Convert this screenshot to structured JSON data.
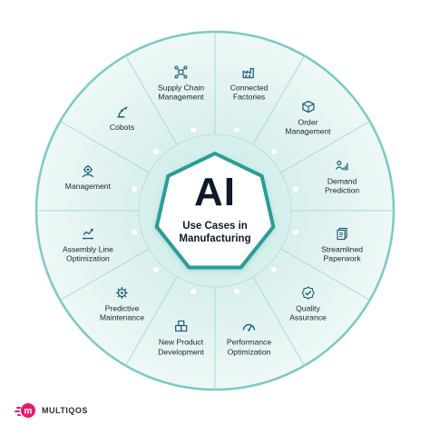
{
  "center": {
    "title": "AI",
    "subtitle": "Use Cases in\nManufacturing"
  },
  "segments": [
    {
      "label": "Connected\nFactories",
      "icon": "factory-icon"
    },
    {
      "label": "Order\nManagement",
      "icon": "box-icon"
    },
    {
      "label": "Demand\nPrediction",
      "icon": "people-chart-icon"
    },
    {
      "label": "Streamlined\nPaperwork",
      "icon": "documents-icon"
    },
    {
      "label": "Quality\nAssurance",
      "icon": "badge-check-icon"
    },
    {
      "label": "Performance\nOptimization",
      "icon": "gauge-icon"
    },
    {
      "label": "New Product\nDevelopment",
      "icon": "boxes-icon"
    },
    {
      "label": "Predictive\nMaintenance",
      "icon": "gear-wrench-icon"
    },
    {
      "label": "Assembly Line\nOptimization",
      "icon": "conveyor-chart-icon"
    },
    {
      "label": "Management",
      "icon": "team-gear-icon"
    },
    {
      "label": "Cobots",
      "icon": "robot-arm-icon"
    },
    {
      "label": "Supply Chain\nManagement",
      "icon": "network-gear-icon"
    }
  ],
  "brand": {
    "name": "MULTIQOS",
    "logo_letter": "m",
    "logo_color": "#e6196e"
  },
  "colors": {
    "ring_outer": "#7cc9c3",
    "ring_fill": "#e4f3f1",
    "ring_inner_glow": "#c8e9e5",
    "center_border": "#2a9d96",
    "icon": "#1f5f74",
    "dot": "#ffffff"
  }
}
